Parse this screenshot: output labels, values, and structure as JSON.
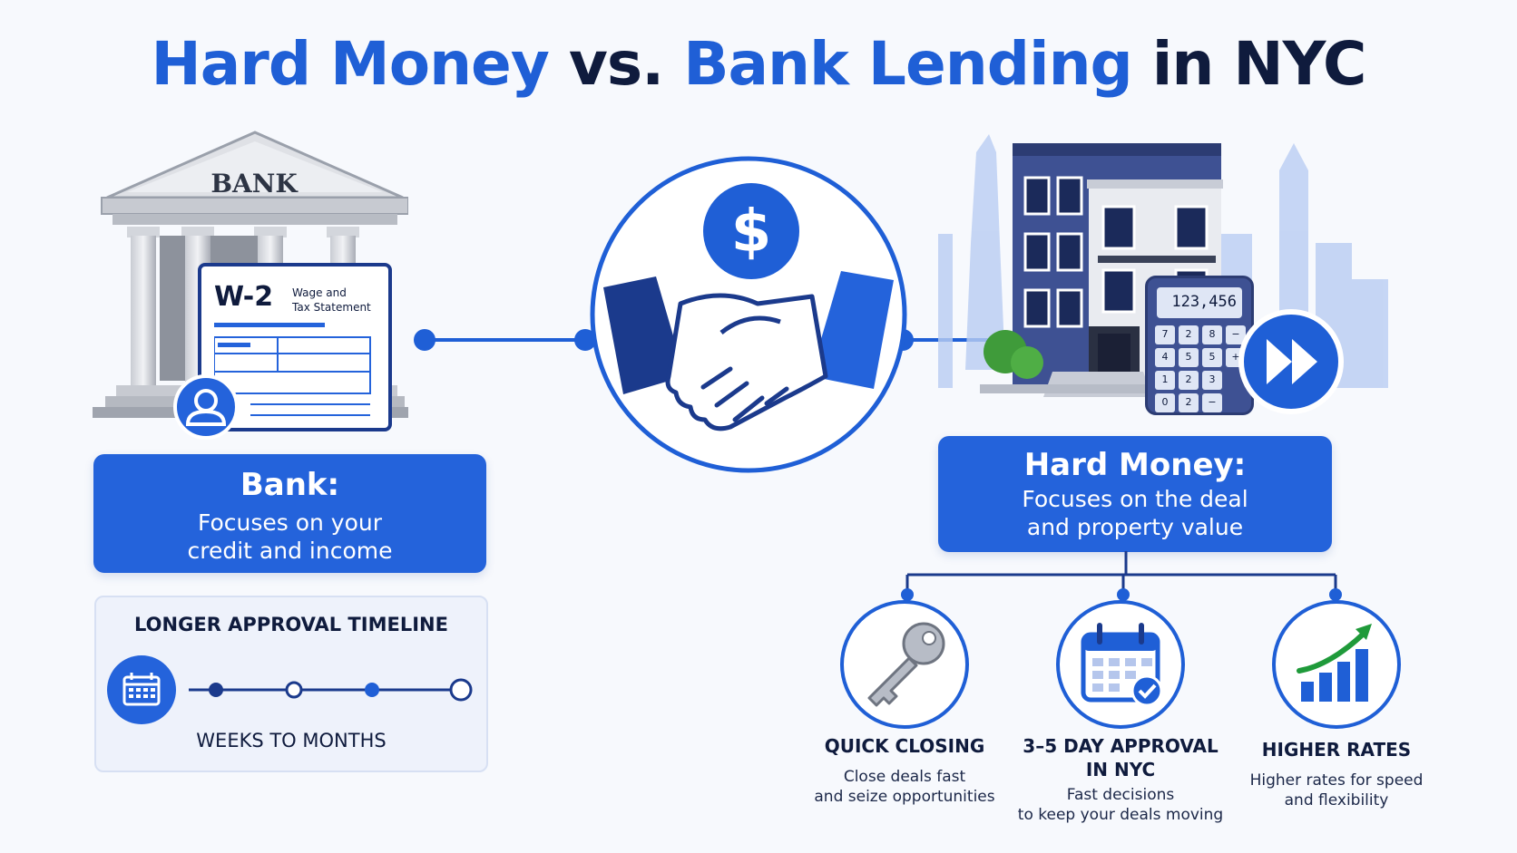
{
  "title": {
    "part1": "Hard Money",
    "part2": "vs.",
    "part3": "Bank Lending",
    "part4": "in NYC"
  },
  "bank_icon": {
    "sign": "BANK"
  },
  "w2_form": {
    "code": "W-2",
    "caption_line1": "Wage and",
    "caption_line2": "Tax Statement"
  },
  "bank_panel": {
    "heading": "Bank:",
    "line1": "Focuses on your",
    "line2": "credit and income"
  },
  "timeline": {
    "title": "LONGER APPROVAL TIMELINE",
    "bottom": "WEEKS TO MONTHS"
  },
  "calculator": {
    "display": "123,456",
    "keys": [
      "7",
      "2",
      "8",
      "−",
      "4",
      "5",
      "5",
      "+",
      "1",
      "2",
      "3",
      "",
      "0",
      "2",
      "−",
      ""
    ]
  },
  "hard_money_panel": {
    "heading": "Hard Money:",
    "line1": "Focuses on the deal",
    "line2": "and property value"
  },
  "features": [
    {
      "title_line1": "QUICK CLOSING",
      "title_line2": "",
      "desc_line1": "Close deals fast",
      "desc_line2": "and seize opportunities"
    },
    {
      "title_line1": "3–5 DAY APPROVAL",
      "title_line2": "IN NYC",
      "desc_line1": "Fast decisions",
      "desc_line2": "to keep your deals moving"
    },
    {
      "title_line1": "HIGHER RATES",
      "title_line2": "",
      "desc_line1": "Higher rates for speed",
      "desc_line2": "and flexibility"
    }
  ],
  "colors": {
    "primary": "#2463db",
    "dark": "#0f1b3d",
    "navy": "#1b3a8c",
    "green": "#1f9a3a"
  }
}
